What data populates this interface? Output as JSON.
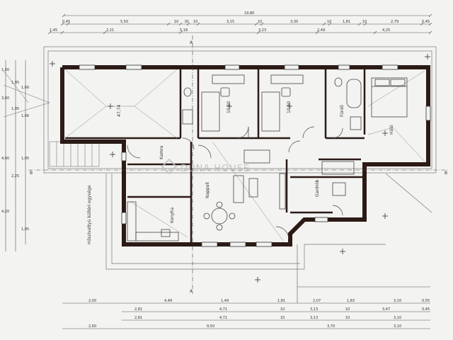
{
  "top_dims_row1": [
    "19,80"
  ],
  "top_dims_row2": [
    "0,45",
    "5,50",
    "10",
    "91",
    "10",
    "3,15",
    "10",
    "3,30",
    "10",
    "1,81",
    "10",
    "2,79",
    "0,45"
  ],
  "top_dims_row3": [
    "1,45",
    "2,21",
    "5,18",
    "3,23",
    "2,49",
    "4,25"
  ],
  "bottom_dims_row1": [
    "2,00",
    "4,49",
    "1,49",
    "1,81",
    "2,07",
    "1,83",
    "3,10",
    "0,55"
  ],
  "bottom_dims_row2": [
    "2,81",
    "4,71",
    "10",
    "3,13",
    "10",
    "3,47",
    "0,45"
  ],
  "bottom_dims_row3": [
    "2,81",
    "4,71",
    "10",
    "3,13",
    "10",
    "3,10"
  ],
  "bottom_dims_row4": [
    "2,60",
    "9,50",
    "3,70",
    "3,10"
  ],
  "left_dims": [
    "1,00",
    "3,60",
    "1,95",
    "1,95",
    "1,66",
    "1,66",
    "4,00",
    "2,25",
    "1,05",
    "1,05",
    "4,20"
  ],
  "section_marks": {
    "top": "A",
    "bottom": "A",
    "left": "B",
    "right": "B"
  },
  "room_labels": [
    "47,74",
    "10,60",
    "10,60",
    "Kamra",
    "Fürdő",
    "Nappali",
    "Konyha",
    "Háló",
    "Gardrób"
  ],
  "outside_label": "Hőszivattyú kültéri egysége",
  "watermark": "DUNA HOUSE"
}
